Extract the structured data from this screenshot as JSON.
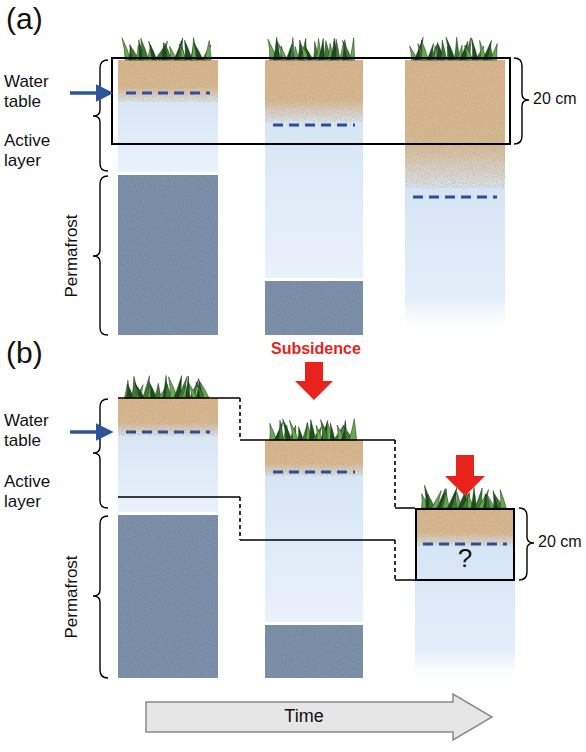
{
  "diagram": {
    "nodes": [
      {
        "text": [
          "?"
        ]
      },
      {
        "text": [
          "Time"
        ]
      }
    ],
    "labels": [
      "(a)",
      "Water table",
      "Active layer",
      "Permafrost",
      "20 cm",
      "(b)",
      "Subsidence",
      "Water table",
      "Active layer",
      "Permafrost",
      "20 cm"
    ]
  }
}
